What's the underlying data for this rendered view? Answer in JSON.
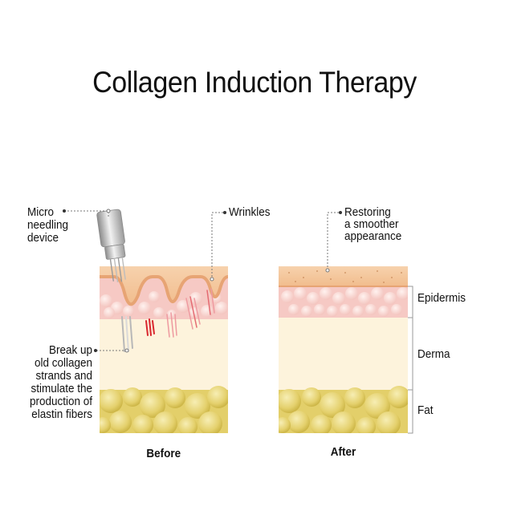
{
  "title": "Collagen Induction Therapy",
  "labels": {
    "micro_needling": [
      "Micro",
      "needling",
      "device"
    ],
    "wrinkles": "Wrinkles",
    "restoring": [
      "Restoring",
      "a smoother",
      "appearance"
    ],
    "break_up": [
      "Break up",
      "old collagen",
      "strands and",
      "stimulate the",
      "production of",
      "elastin fibers"
    ],
    "epidermis": "Epidermis",
    "derma": "Derma",
    "fat": "Fat"
  },
  "captions": {
    "before": "Before",
    "after": "After"
  },
  "colors": {
    "surface": "#f5c9a0",
    "surface_dots": "#c98a5a",
    "epidermis": "#f6c9c4",
    "epidermis_cells": "#fbe3df",
    "derma": "#fdf3dc",
    "fat": "#e3cf6a",
    "fat_highlight": "#f1e49c",
    "wound_red": "#d9272e",
    "wound_pink": "#ee9aa0",
    "leader_line": "#777777"
  }
}
